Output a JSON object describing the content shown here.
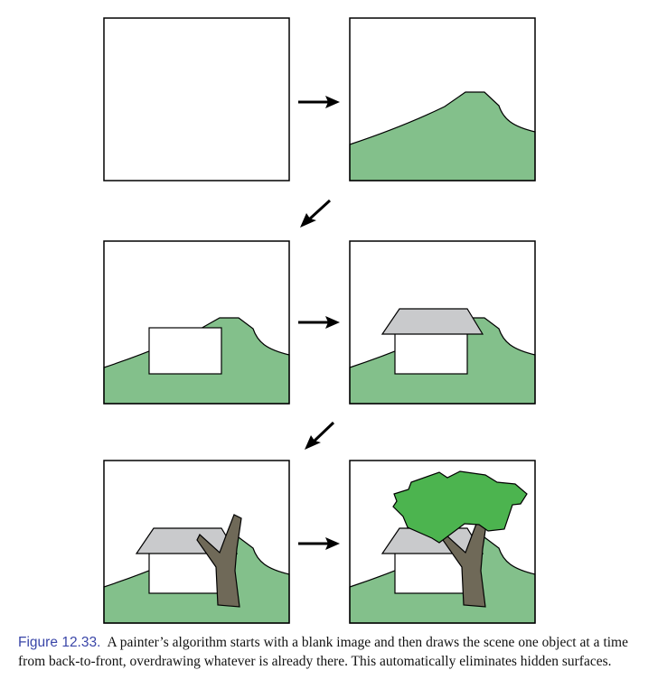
{
  "figure": {
    "label": "Figure 12.33.",
    "caption": "A painter’s algorithm starts with a blank image and then draws the scene one object at a time from back-to-front, overdrawing whatever is already there. This automatically eliminates hidden surfaces."
  },
  "colors": {
    "background": "#ffffff",
    "frame": "#000000",
    "hill": "#83c08b",
    "house_wall": "#ffffff",
    "roof": "#c9cacc",
    "trunk": "#6f6958",
    "canopy": "#4cb44f",
    "caption_label": "#3a46a8"
  },
  "steps": [
    {
      "step": 1,
      "objects": []
    },
    {
      "step": 2,
      "objects": [
        "hill"
      ]
    },
    {
      "step": 3,
      "objects": [
        "hill",
        "house-wall"
      ]
    },
    {
      "step": 4,
      "objects": [
        "hill",
        "house-wall",
        "roof"
      ]
    },
    {
      "step": 5,
      "objects": [
        "hill",
        "house-wall",
        "roof",
        "trunk"
      ]
    },
    {
      "step": 6,
      "objects": [
        "hill",
        "house-wall",
        "roof",
        "trunk",
        "canopy"
      ]
    }
  ]
}
